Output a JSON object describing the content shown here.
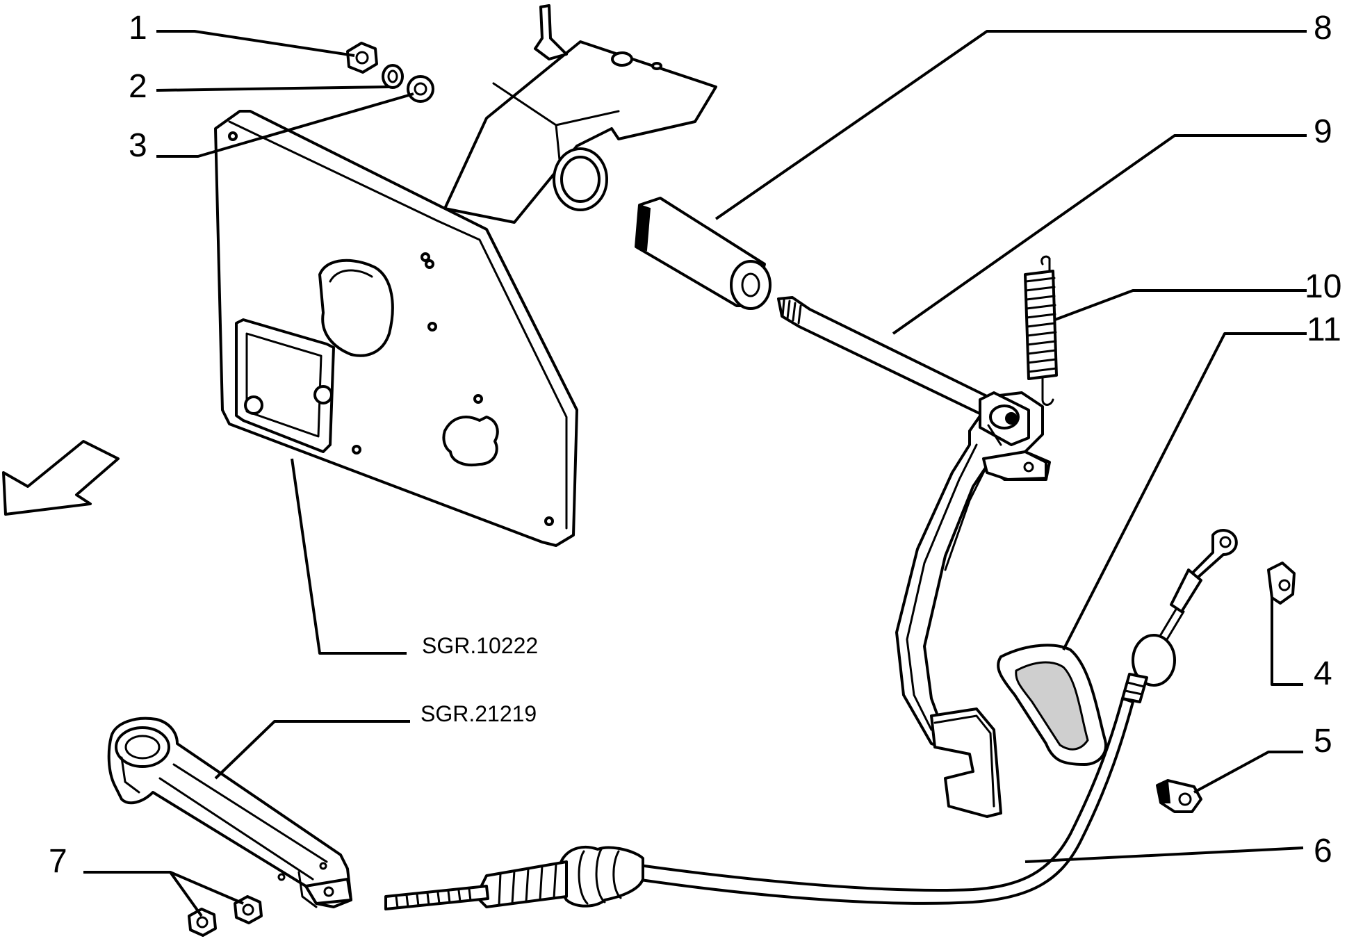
{
  "labels": {
    "n1": "1",
    "n2": "2",
    "n3": "3",
    "n4": "4",
    "n5": "5",
    "n6": "6",
    "n7": "7",
    "n8": "8",
    "n9": "9",
    "n10": "10",
    "n11": "11"
  },
  "references": {
    "bracket_code": "SGR.10222",
    "lever_code": "SGR.21219"
  }
}
